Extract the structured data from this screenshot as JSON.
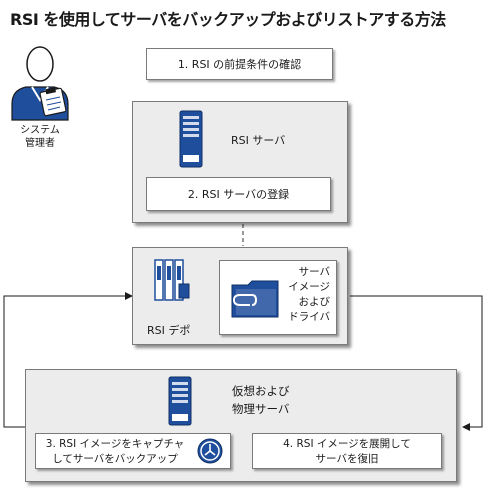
{
  "title": "RSI を使用してサーバをバックアップおよびリストアする方法",
  "admin_label": [
    "システム",
    "管理者"
  ],
  "step1": "1. RSI の前提条件の確認",
  "rsi_server": {
    "label": "RSI サーバ",
    "step2": "2. RSI サーバの登録"
  },
  "depot": {
    "label": "RSI デポ",
    "folder_label": [
      "サーバ",
      "イメージ",
      "および",
      "ドライバ"
    ]
  },
  "servers": {
    "label": [
      "仮想および",
      "物理サーバ"
    ],
    "step3": [
      "3. RSI イメージをキャプチャ",
      "してサーバをバックアップ"
    ],
    "step4": [
      "4. RSI イメージを展開して",
      "サーバを復旧"
    ]
  },
  "colors": {
    "accent": "#1f4e9c",
    "box_gray": "#ececec",
    "border": "#7a7a7a"
  }
}
